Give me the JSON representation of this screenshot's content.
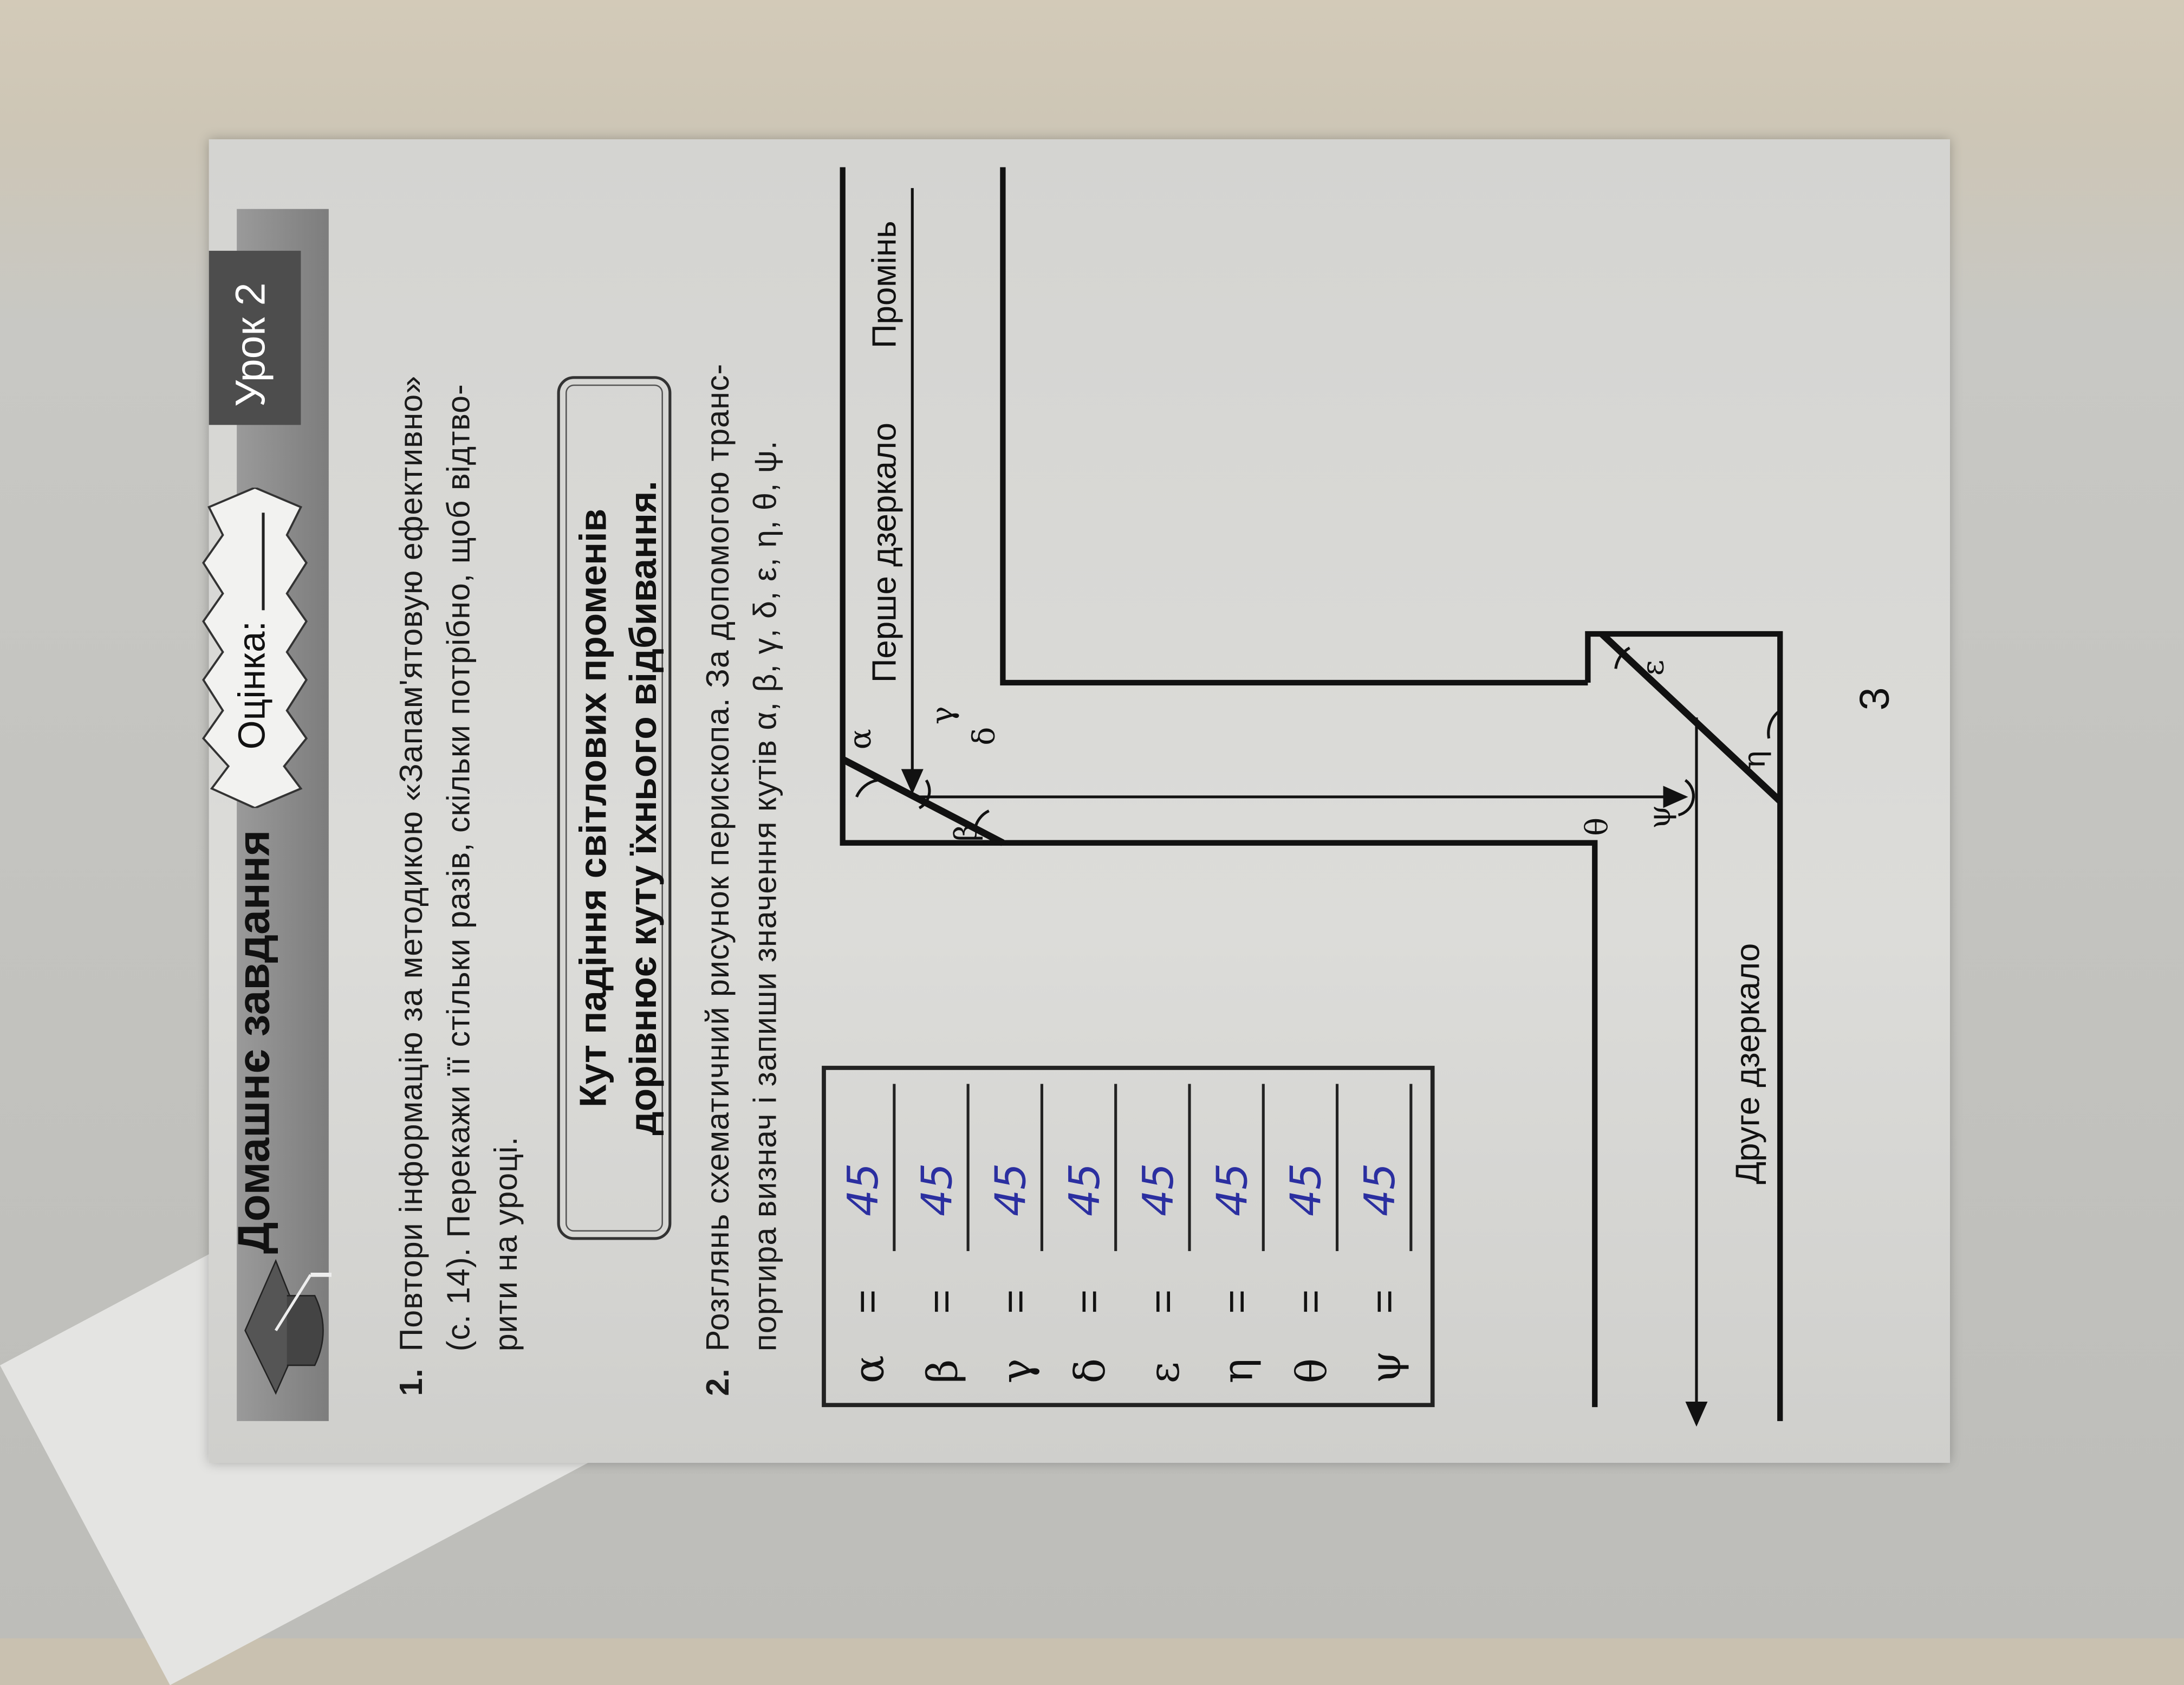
{
  "header": {
    "title": "Домашнє завдання",
    "grade_label": "Оцінка:",
    "lesson_label": "Урок 2"
  },
  "task1": {
    "number": "1.",
    "lines": [
      "Повтори інформацію за методикою «Запам'ятовую ефективно»",
      "(с. 14). Перекажи її стільки разів, скільки потрібно, щоб відтво-",
      "рити на уроці."
    ]
  },
  "rule": {
    "lines": [
      "Кут падіння світлових променів",
      "дорівнює куту їхнього відбивання."
    ]
  },
  "task2": {
    "number": "2.",
    "lines": [
      "Розглянь схематичний рисунок перископа. За допомогою транс-",
      "портира визнач і запиши значення кутів α, β, γ, δ, ε, η, θ, ψ."
    ]
  },
  "answers": [
    {
      "symbol": "α",
      "eq": "=",
      "value": "45"
    },
    {
      "symbol": "β",
      "eq": "=",
      "value": "45"
    },
    {
      "symbol": "γ",
      "eq": "=",
      "value": "45"
    },
    {
      "symbol": "δ",
      "eq": "=",
      "value": "45"
    },
    {
      "symbol": "ε",
      "eq": "=",
      "value": "45"
    },
    {
      "symbol": "η",
      "eq": "=",
      "value": "45"
    },
    {
      "symbol": "θ",
      "eq": "=",
      "value": "45"
    },
    {
      "symbol": "ψ",
      "eq": "=",
      "value": "45"
    }
  ],
  "diagram": {
    "first_mirror": "Перше дзеркало",
    "ray": "Промінь",
    "second_mirror": "Друге дзеркало",
    "angles": {
      "alpha": "α",
      "beta": "β",
      "gamma": "γ",
      "delta": "δ",
      "epsilon": "ε",
      "eta": "η",
      "theta": "θ",
      "psi": "ψ"
    }
  },
  "page_number": "3",
  "colors": {
    "ink": "#111111",
    "handwriting": "#2b2fa0",
    "header_band": "#8a8a8a",
    "lesson_tab": "#4d4d4d"
  }
}
